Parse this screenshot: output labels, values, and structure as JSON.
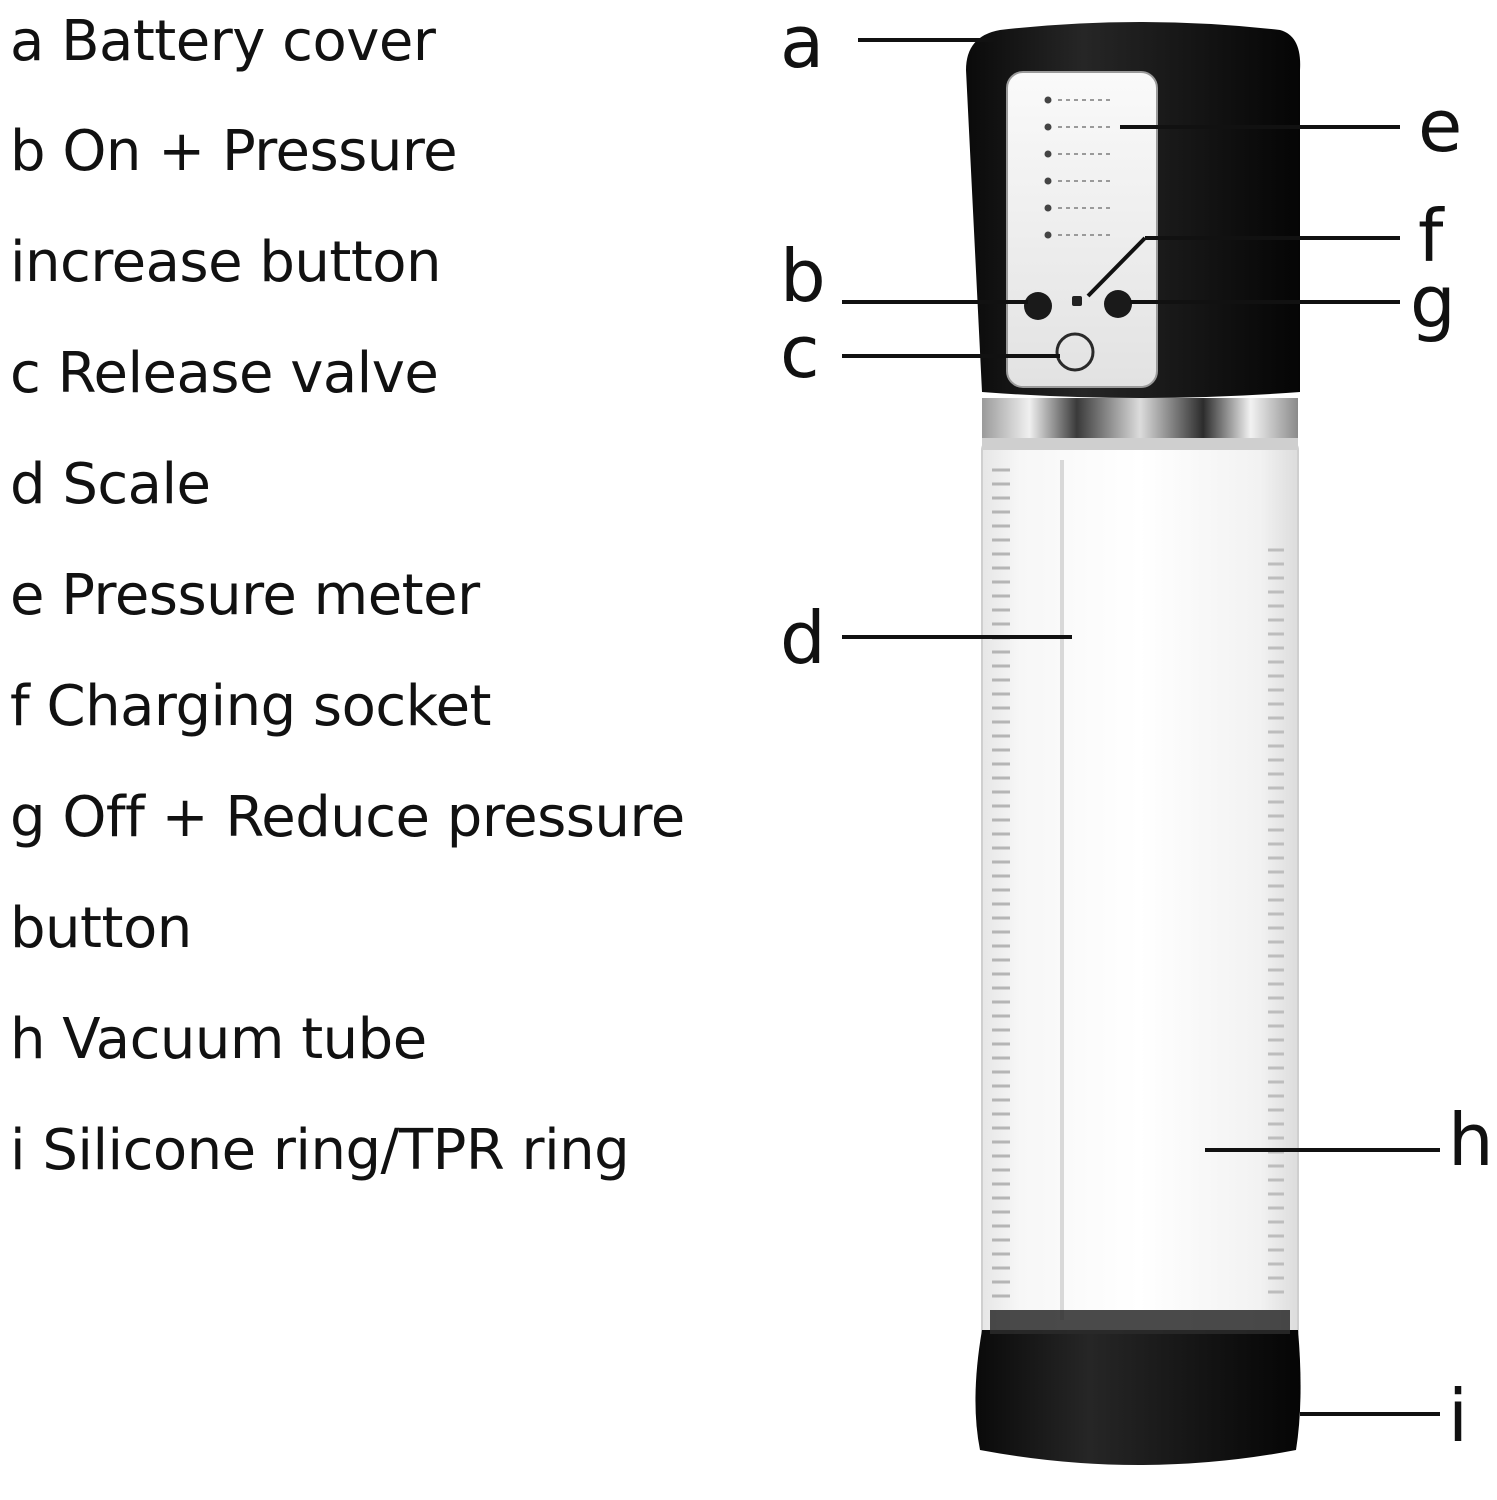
{
  "legend": [
    "a Battery cover",
    "b On + Pressure",
    "increase button",
    "c Release valve",
    "d Scale",
    "e Pressure meter",
    "f Charging socket",
    "g Off + Reduce pressure",
    "button",
    "h Vacuum tube",
    "i Silicone ring/TPR ring"
  ],
  "callouts": {
    "a": "a",
    "b": "b",
    "c": "c",
    "d": "d",
    "e": "e",
    "f": "f",
    "g": "g",
    "h": "h",
    "i": "i"
  },
  "colors": {
    "device_body": "#141414",
    "tube": "#f4f4f4",
    "leader": "#111111"
  }
}
